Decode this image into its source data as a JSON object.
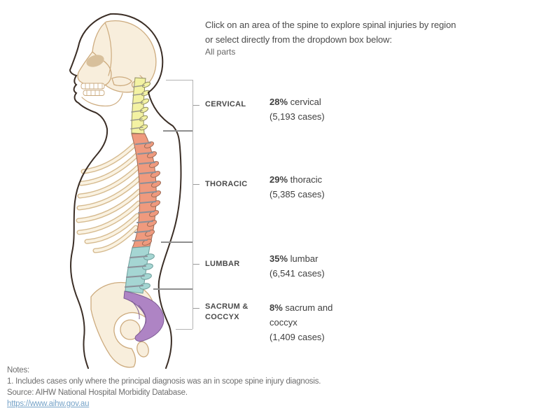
{
  "header": {
    "instruction_line1": "Click on an area of the spine to explore spinal injuries by region",
    "instruction_line2": "or select directly from the dropdown box below:",
    "dropdown_value": "All parts"
  },
  "regions": [
    {
      "label": "CERVICAL",
      "pct": "28%",
      "name": "cervical",
      "cases": "(5,193 cases)",
      "color": "#f3f2a3",
      "outline": "#8f8c60"
    },
    {
      "label": "THORACIC",
      "pct": "29%",
      "name": "thoracic",
      "cases": "(5,385 cases)",
      "color": "#ef9a7e",
      "outline": "#9b6b57"
    },
    {
      "label": "LUMBAR",
      "pct": "35%",
      "name": "lumbar",
      "cases": "(6,541 cases)",
      "color": "#a5d6d3",
      "outline": "#6e9e9b"
    },
    {
      "label": "SACRUM & COCCYX",
      "pct": "8%",
      "name": "sacrum and coccyx",
      "cases": "(1,409 cases)",
      "color": "#ae84c4",
      "outline": "#7d5b94"
    }
  ],
  "notes": {
    "title": "Notes:",
    "line1": "1. Includes cases only where the principal diagnosis was an in scope spine injury diagnosis.",
    "source": "Source: AIHW National Hospital Morbidity Database.",
    "link": "https://www.aihw.gov.au"
  },
  "colors": {
    "link": "#76a3c8",
    "note_text": "#6e6e6e",
    "label_text": "#4a4a4a",
    "bracket": "#b3b3b3",
    "bracket_boundary": "#8f8f8f",
    "bone_fill": "#f8eedc",
    "bone_stroke": "#cdab7e",
    "body_outline": "#3b2e26",
    "disc_gray": "#8a8f98"
  },
  "chart_data": {
    "type": "bar",
    "representation": "anatomical-spine-pictorial",
    "title": "Spinal injuries by region",
    "categories": [
      "Cervical",
      "Thoracic",
      "Lumbar",
      "Sacrum & Coccyx"
    ],
    "series": [
      {
        "name": "share_of_injuries_percent",
        "values": [
          28,
          29,
          35,
          8
        ]
      },
      {
        "name": "cases",
        "values": [
          5193,
          5385,
          6541,
          1409
        ]
      }
    ],
    "legend": "none",
    "grid": false
  }
}
